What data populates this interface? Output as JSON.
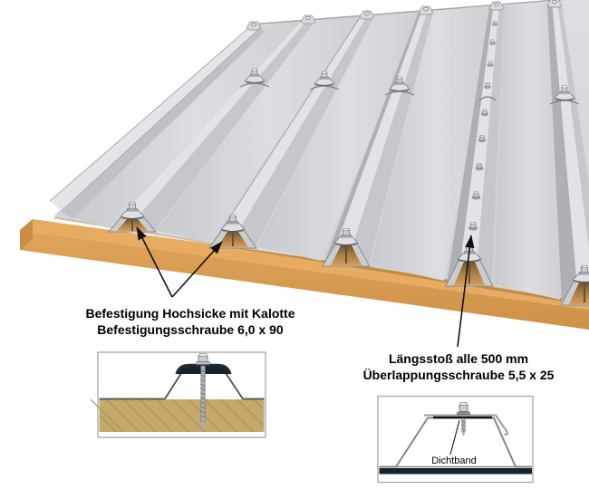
{
  "diagram": {
    "annotations": {
      "high_rib": {
        "line1": "Befestigung Hochsicke mit Kalotte",
        "line2": "Befestigungsschraube 6,0 x 90"
      },
      "long_joint": {
        "line1": "Längsstoß alle 500 mm",
        "line2": "Überlappungsschraube 5,5 x 25"
      },
      "sealing_tape_label": "Dichtband"
    },
    "colors": {
      "board_top": "#E7AB61",
      "board_front": "#DCA057",
      "board_side": "#C98C49",
      "metal_base": "#D4D5D8",
      "metal_crest": "#E2E3E6",
      "metal_flank_dark": "#AEB0B4",
      "metal_flank_mid": "#C6C7CB",
      "inset_wood": "#C5A96C",
      "inset_wood_hatch": "#AC9057",
      "navy": "#16232F",
      "line_grey": "#85878B"
    }
  }
}
